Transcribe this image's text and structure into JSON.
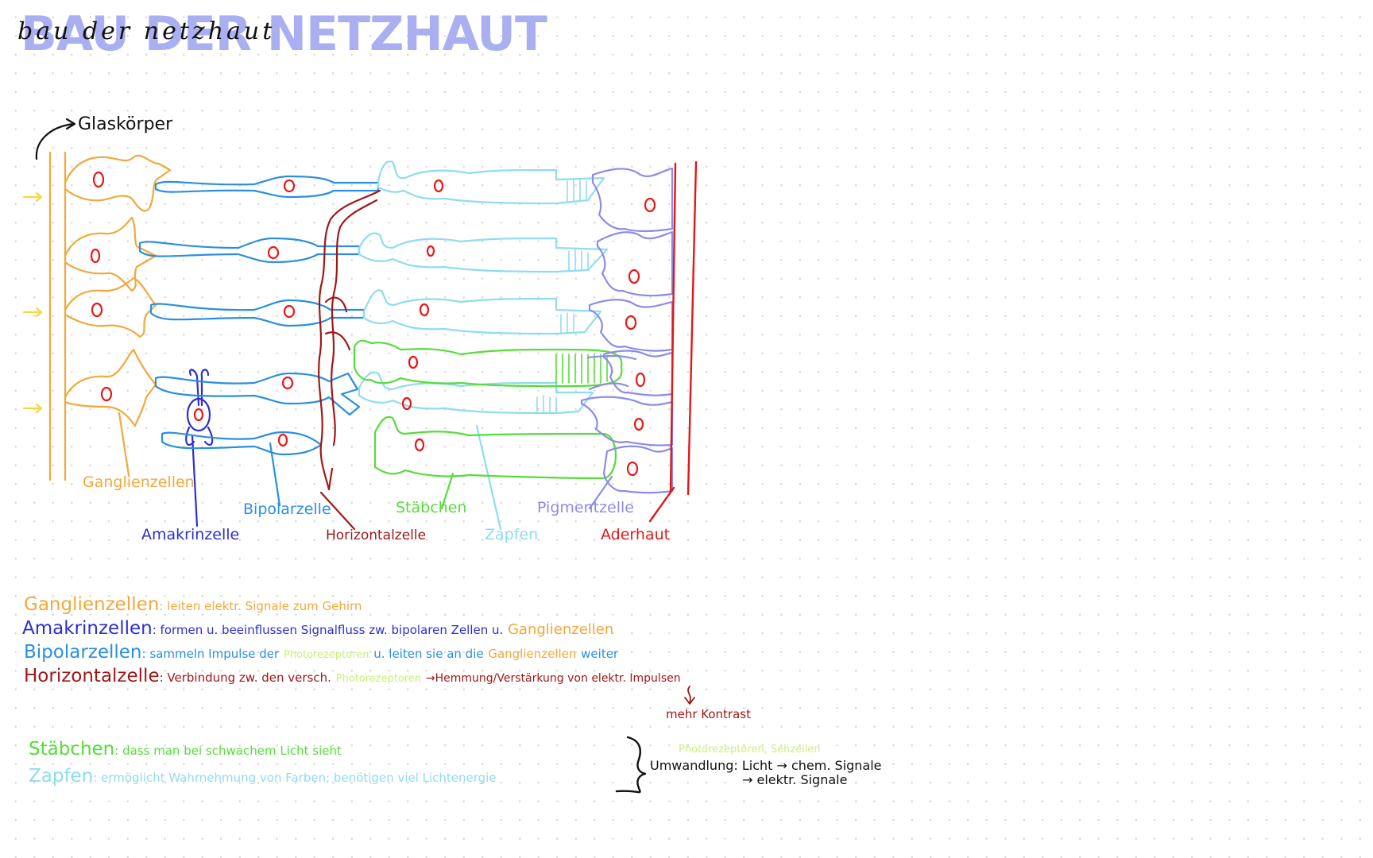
{
  "title": "BAU DER NETZHAUT",
  "title_script": "bau der netzhaut",
  "colors": {
    "ganglion": "#f2a83a",
    "amacrine": "#2c2fd0",
    "bipolar": "#2a8fe0",
    "horizontal": "#a01818",
    "rod": "#55dd3a",
    "cone": "#8fdcf0",
    "pigment": "#8c8ce8",
    "choroid": "#e01818",
    "nucleus": "#e81818",
    "photoreceptor_hl": "#c8f07a"
  },
  "diagram": {
    "glaskoerper_label": "Glaskörper",
    "labels": {
      "ganglion": "Ganglienzellen",
      "bipolar": "Bipolarzelle",
      "amacrine": "Amakrinzelle",
      "horizontal": "Horizontalzelle",
      "rod": "Stäbchen",
      "cone": "Zapfen",
      "pigment": "Pigmentzelle",
      "choroid": "Aderhaut"
    }
  },
  "notes": {
    "ganglion": {
      "term": "Ganglienzellen",
      "text": ": leiten elektr. Signale zum Gehirn"
    },
    "amacrine": {
      "term": "Amakrinzellen",
      "text": ": formen u. beeinflussen Signalfluss zw. bipolaren Zellen u.",
      "ref": "Ganglienzellen"
    },
    "bipolar": {
      "term": "Bipolarzellen",
      "text": ": sammeln Impulse der",
      "photo": "Photorezeptoren",
      "text2": "u. leiten sie an die",
      "ref": "Ganglienzellen",
      "text3": "weiter"
    },
    "horizontal": {
      "term": "Horizontalzelle",
      "text": ": Verbindung zw. den versch.",
      "photo": "Photorezeptoren",
      "text2": "→Hemmung/Verstärkung von elektr. Impulsen"
    },
    "contrast": "mehr Kontrast",
    "rod": {
      "term": "Stäbchen",
      "text": ": dass man bei schwachem Licht sieht"
    },
    "cone": {
      "term": "Zapfen",
      "text": ": ermöglicht Wahrnehmung von Farben; benötigen viel Lichtenergie"
    },
    "brace_photo": "Photorezeptoren, Sehzellen",
    "conversion": "Umwandlung: Licht → chem. Signale",
    "conversion2": "→ elektr. Signale"
  }
}
